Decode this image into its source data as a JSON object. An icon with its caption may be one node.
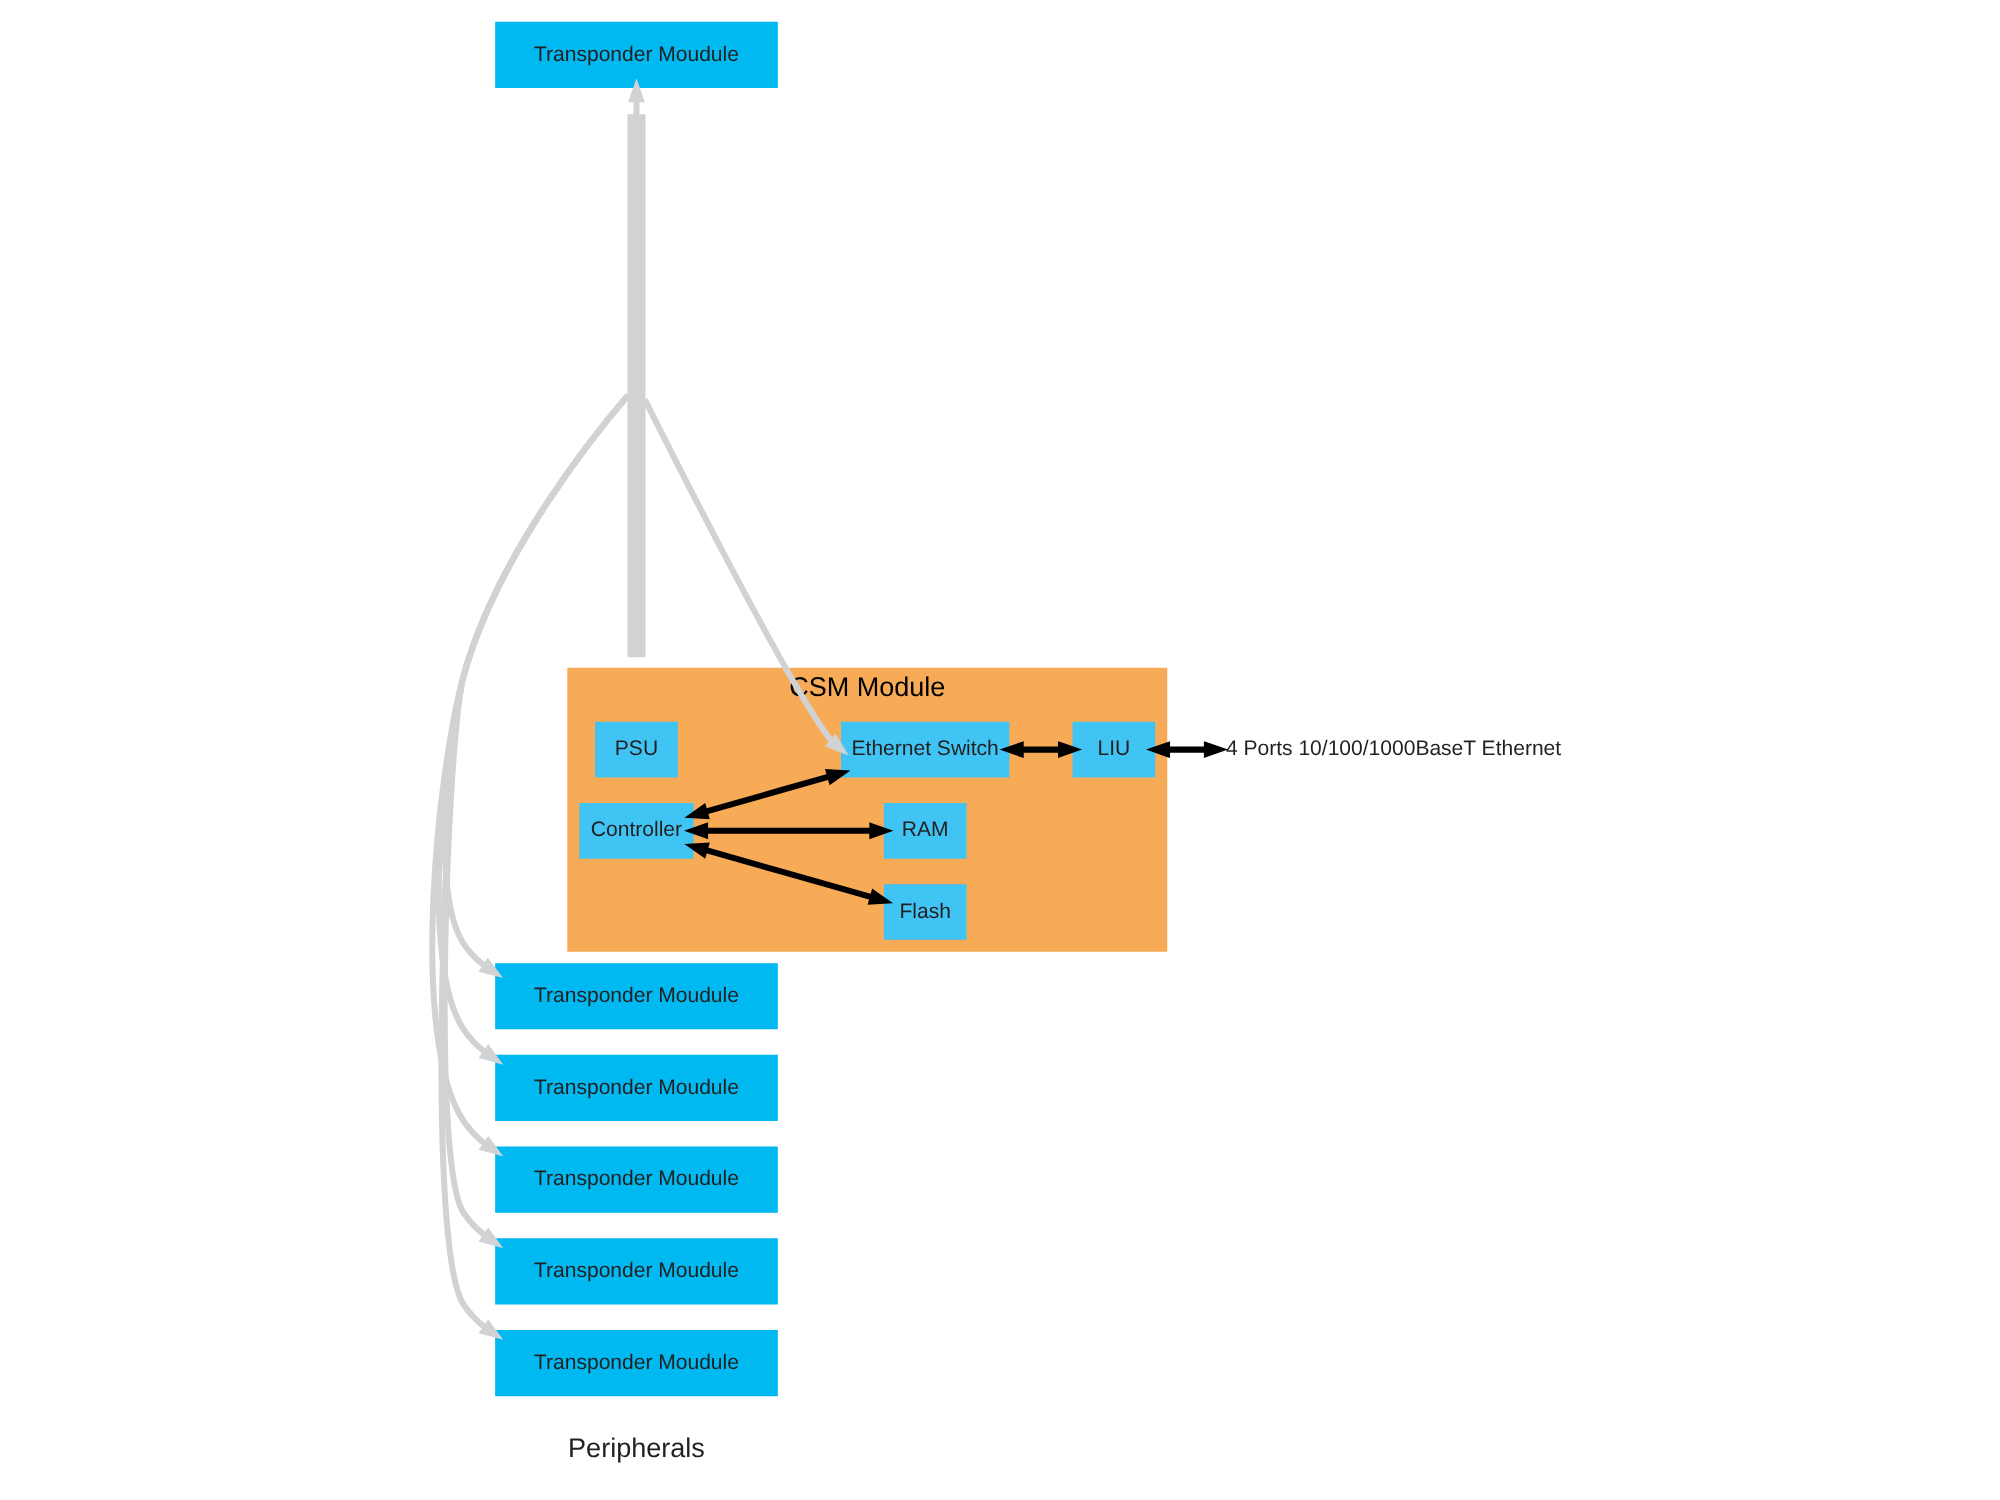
{
  "diagram": {
    "nodes": [
      {
        "text": [
          "Transponder Moudule"
        ]
      },
      {
        "text": [
          "Transponder Moudule"
        ]
      },
      {
        "text": [
          "Transponder Moudule"
        ]
      },
      {
        "text": [
          "Transponder Moudule"
        ]
      },
      {
        "text": [
          "Transponder Moudule"
        ]
      },
      {
        "text": [
          "Transponder Moudule"
        ]
      },
      {
        "text": [],
        "shape": "bar"
      },
      {
        "text": [
          "CSM Module"
        ]
      },
      {
        "text": [
          "PSU"
        ],
        "in": 7
      },
      {
        "text": [
          "Controller"
        ],
        "in": 7
      },
      {
        "text": [
          "Flash"
        ],
        "in": 7
      },
      {
        "text": [
          "RAM"
        ],
        "in": 7
      },
      {
        "text": [
          "Ethernet Switch"
        ],
        "in": 7
      },
      {
        "text": [
          "LIU"
        ],
        "in": 7
      },
      {
        "text": [
          "4 Ports 10/100/1000BaseT Ethernet"
        ]
      }
    ],
    "edges": [
      {
        "from": 6,
        "to": 0,
        "arrow": "to"
      },
      {
        "from": 6,
        "to": 1,
        "arrow": "to"
      },
      {
        "from": 6,
        "to": 2,
        "arrow": "to"
      },
      {
        "from": 6,
        "to": 3,
        "arrow": "to"
      },
      {
        "from": 6,
        "to": 4,
        "arrow": "to"
      },
      {
        "from": 6,
        "to": 5,
        "arrow": "to"
      },
      {
        "from": 6,
        "to": 12,
        "arrow": "to"
      },
      {
        "from": 9,
        "to": 10,
        "arrow": "both",
        "color": "#000000"
      },
      {
        "from": 9,
        "to": 11,
        "arrow": "both",
        "color": "#000000"
      },
      {
        "from": 9,
        "to": 12,
        "arrow": "both",
        "color": "#000000"
      },
      {
        "from": 12,
        "to": 13,
        "arrow": "both",
        "color": "#000000"
      },
      {
        "from": 13,
        "to": 14,
        "arrow": "both",
        "color": "#000000"
      }
    ],
    "labels": [
      "Peripherals"
    ]
  }
}
